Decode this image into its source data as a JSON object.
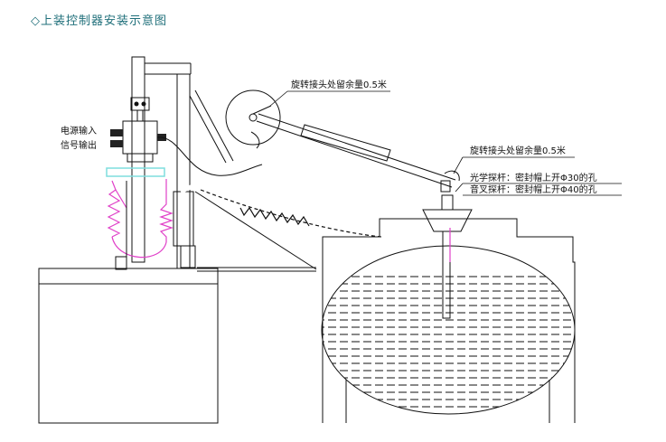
{
  "title": "◇上装控制器安装示意图",
  "labels": {
    "power_input": "电源输入",
    "signal_output": "信号输出",
    "swivel_margin_1": "旋转接头处留余量0.5米",
    "swivel_margin_2": "旋转接头处留余量0.5米",
    "optical_probe": "光学探杆：密封帽上开Φ30的孔",
    "fork_probe": "音叉探杆：密封帽上开Φ40的孔"
  },
  "colors": {
    "title": "#1f6f7a",
    "spring": "#e040c8",
    "highlight": "#7fdede",
    "line": "#111111"
  }
}
